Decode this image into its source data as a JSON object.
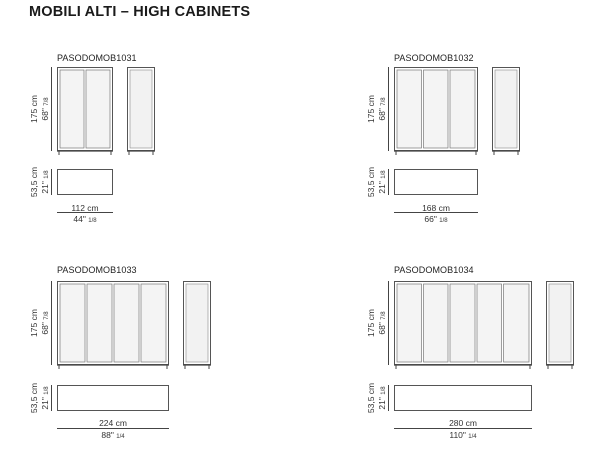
{
  "page": {
    "title": "MOBILI ALTI – HIGH CABINETS"
  },
  "products": [
    {
      "code": "PASODOMOB1031",
      "height_cm": "175 cm",
      "height_in": "68\"",
      "depth_cm": "53,5 cm",
      "depth_in": "21\"",
      "width_cm": "112 cm",
      "width_in": "44\"",
      "frac_height": "7/8",
      "frac_depth": "1/8",
      "frac_width": "1/8",
      "doors": 2
    },
    {
      "code": "PASODOMOB1032",
      "height_cm": "175 cm",
      "height_in": "68\"",
      "depth_cm": "53,5 cm",
      "depth_in": "21\"",
      "width_cm": "168 cm",
      "width_in": "66\"",
      "frac_height": "7/8",
      "frac_depth": "1/8",
      "frac_width": "1/8",
      "doors": 3
    },
    {
      "code": "PASODOMOB1033",
      "height_cm": "175 cm",
      "height_in": "68\"",
      "depth_cm": "53,5 cm",
      "depth_in": "21\"",
      "width_cm": "224 cm",
      "width_in": "88\"",
      "frac_height": "7/8",
      "frac_depth": "1/8",
      "frac_width": "1/4",
      "doors": 4
    },
    {
      "code": "PASODOMOB1034",
      "height_cm": "175 cm",
      "height_in": "68\"",
      "depth_cm": "53,5 cm",
      "depth_in": "21\"",
      "width_cm": "280 cm",
      "width_in": "110\"",
      "frac_height": "7/8",
      "frac_depth": "1/8",
      "frac_width": "1/4",
      "doors": 5
    }
  ]
}
